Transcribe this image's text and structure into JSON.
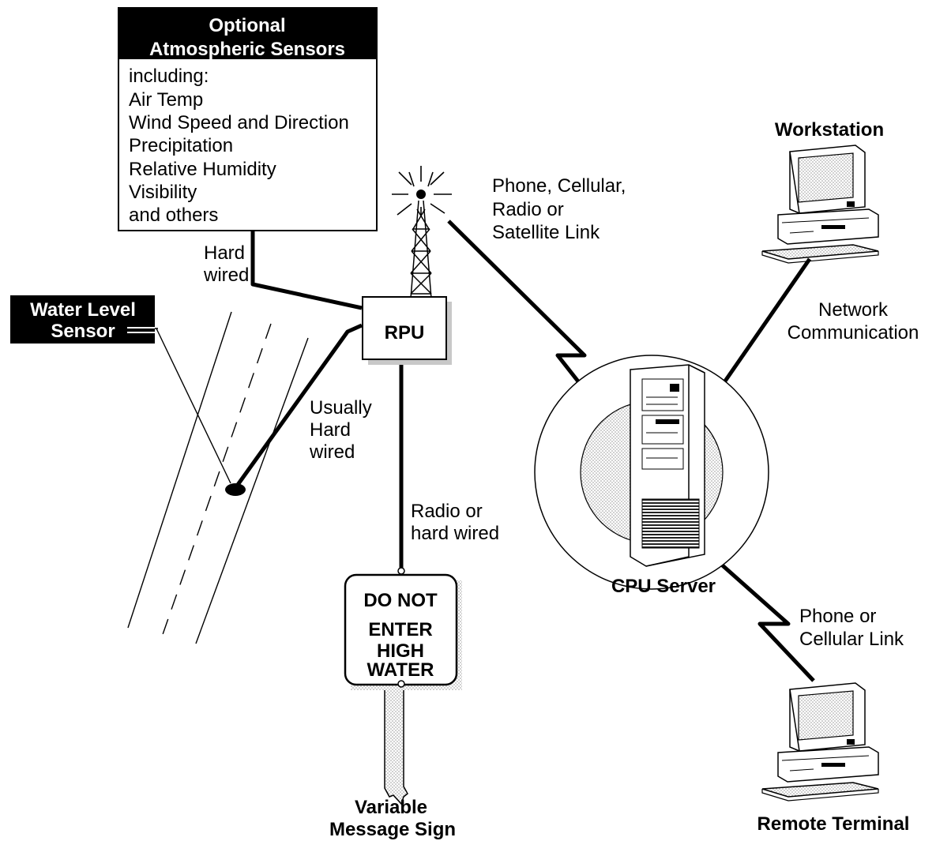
{
  "sensors_box": {
    "title_line1": "Optional",
    "title_line2": "Atmospheric Sensors",
    "items": [
      "including:",
      "Air Temp",
      "Wind Speed and Direction",
      "Precipitation",
      "Relative Humidity",
      "Visibility",
      "and others"
    ]
  },
  "water_level_sensor": {
    "line1": "Water Level",
    "line2": "Sensor"
  },
  "rpu": {
    "label": "RPU"
  },
  "links": {
    "hard_wired": [
      "Hard",
      "wired"
    ],
    "usually_hard_wired": [
      "Usually",
      "Hard",
      "wired"
    ],
    "radio_or_hard_wired": [
      "Radio or",
      "hard wired"
    ],
    "tower_link": [
      "Phone, Cellular,",
      "Radio or",
      "Satellite Link"
    ],
    "network": [
      "Network",
      "Communication"
    ],
    "phone_cellular": [
      "Phone or",
      "Cellular Link"
    ]
  },
  "sign": {
    "line1": "DO NOT",
    "line2": "ENTER",
    "line3": "HIGH",
    "line4": "WATER",
    "caption": [
      "Variable",
      "Message Sign"
    ]
  },
  "cpu_server": {
    "label": "CPU Server"
  },
  "workstation": {
    "label": "Workstation"
  },
  "remote_terminal": {
    "label": "Remote Terminal"
  },
  "colors": {
    "ink": "#000000",
    "paper": "#ffffff",
    "shade": "#d8d8d8"
  }
}
